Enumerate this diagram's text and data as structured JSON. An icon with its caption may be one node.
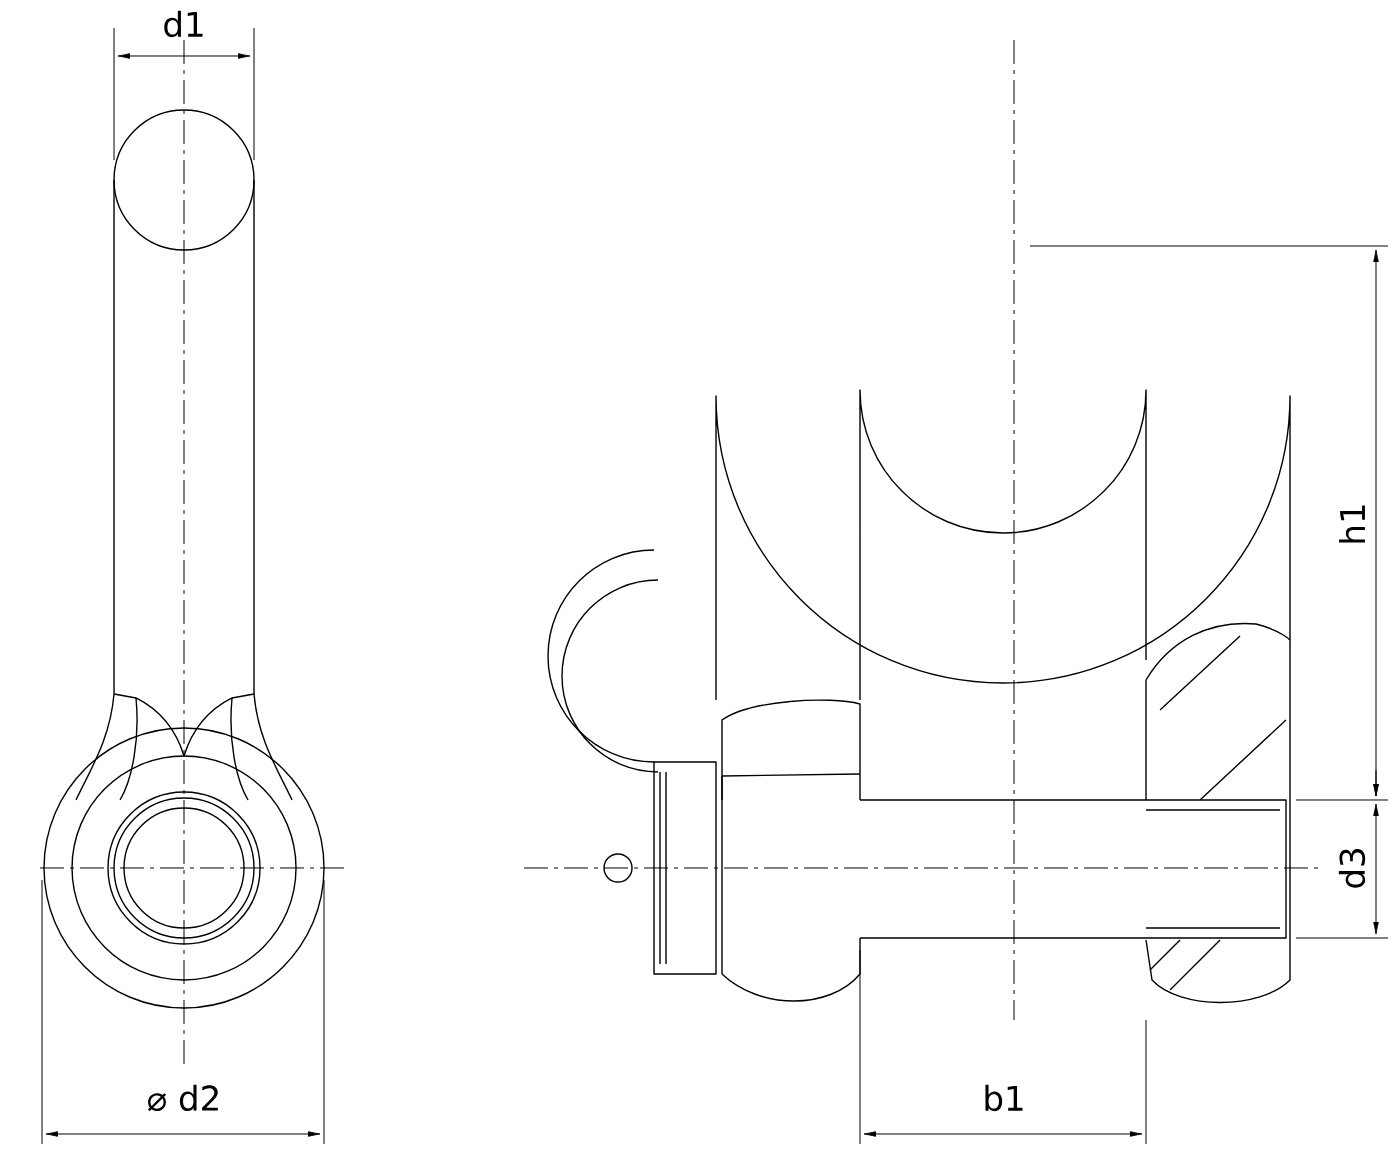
{
  "diagram": {
    "labels": [
      "d1",
      "h1",
      "d3",
      "⌀ d2",
      "b1"
    ]
  }
}
